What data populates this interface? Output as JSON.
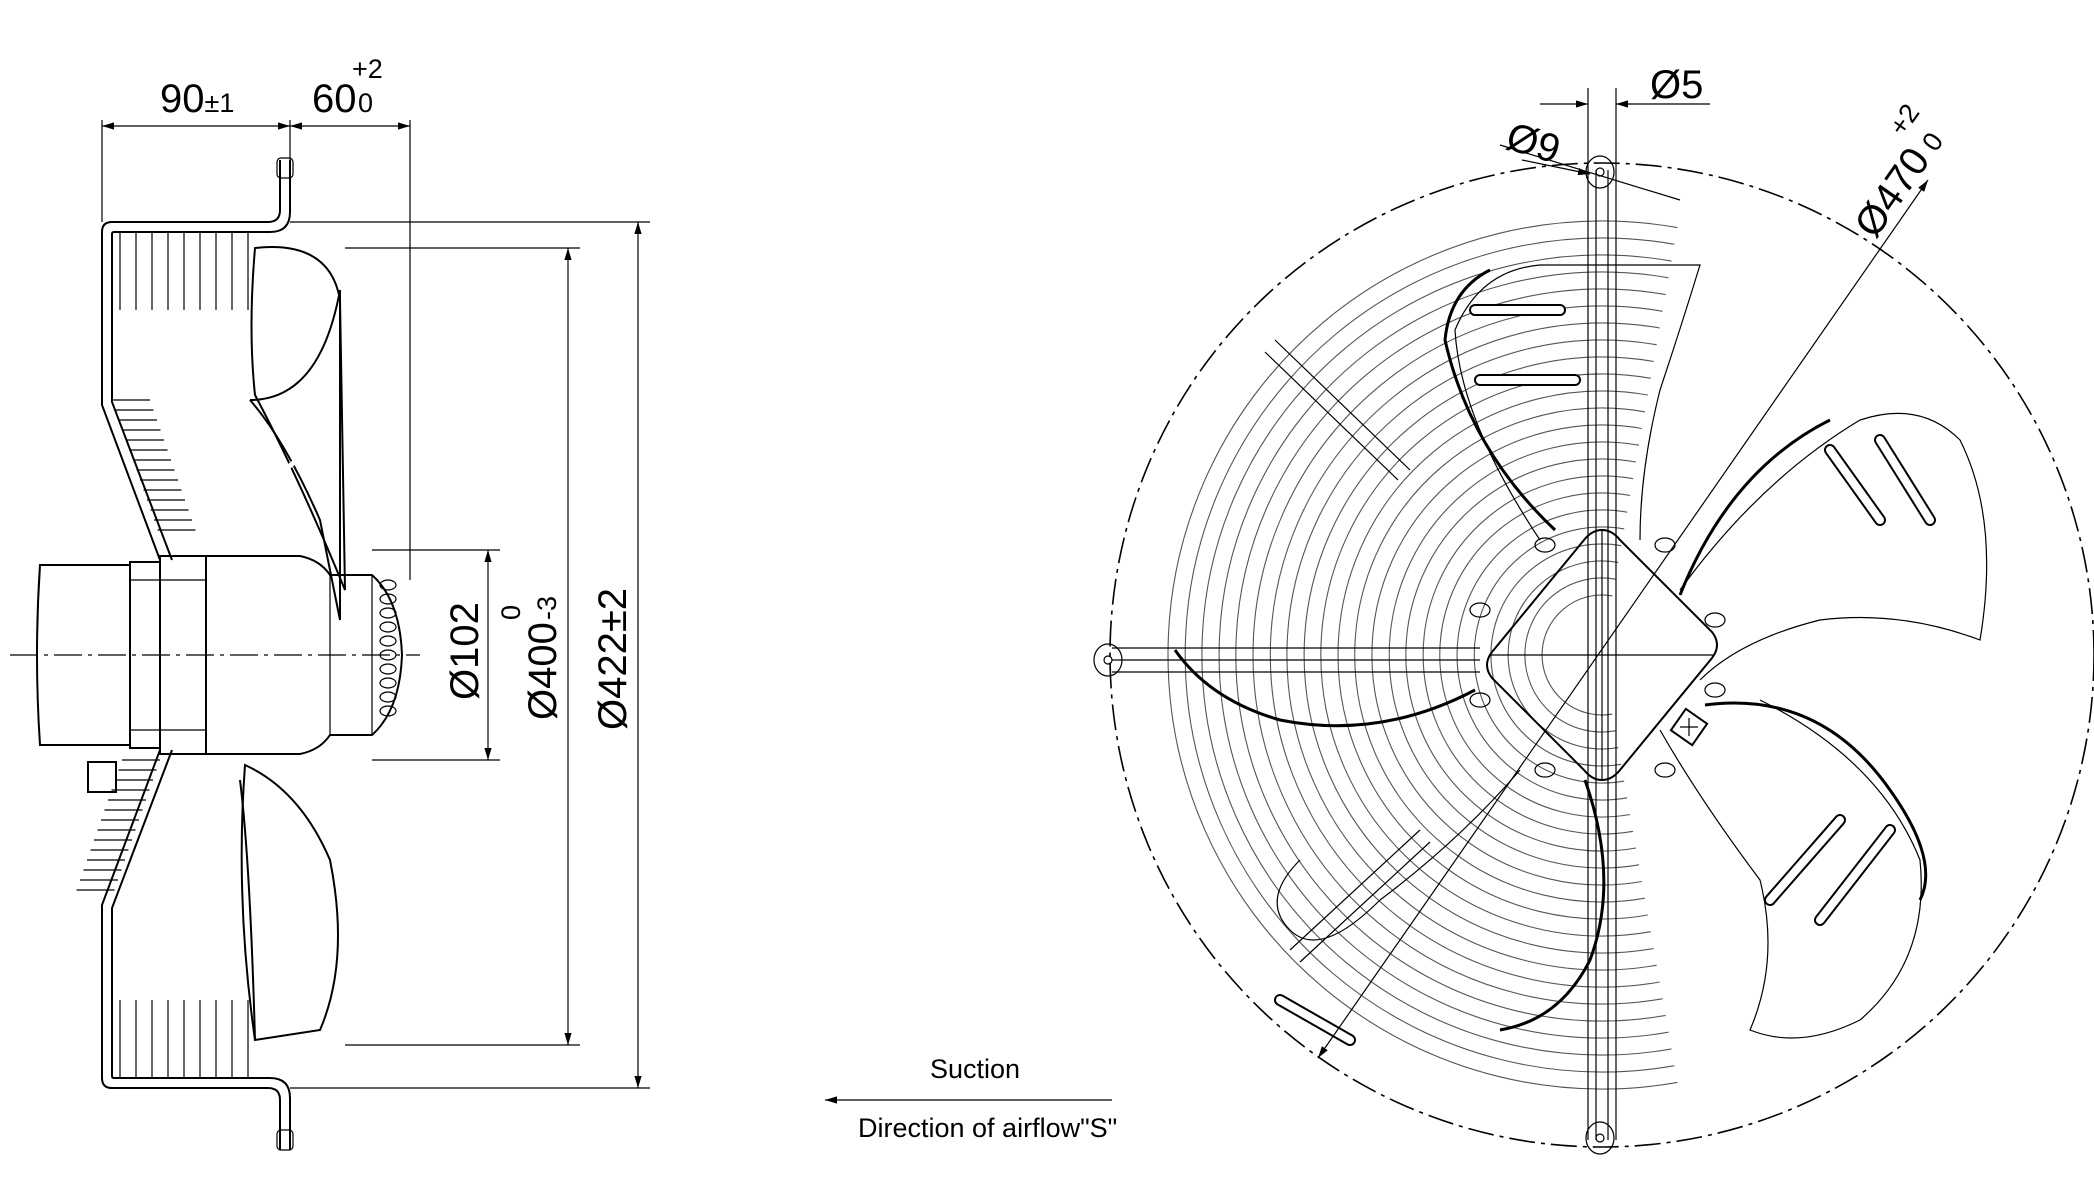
{
  "side_view": {
    "dim_hub_depth": {
      "main": "90",
      "tol": "±1"
    },
    "dim_guard_depth": {
      "main": "60",
      "tol_upper": "+2",
      "tol_lower": "0"
    },
    "dim_hub_dia": "Ø102",
    "dim_blade_dia": {
      "main": "Ø400",
      "tol_upper": "0",
      "tol_lower": "-3"
    },
    "dim_ring_dia": "Ø422±2"
  },
  "front_view": {
    "dim_hole_small": "Ø5",
    "dim_hole_large": "Ø9",
    "dim_outer_dia": {
      "main": "Ø470",
      "tol_upper": "+2",
      "tol_lower": "0"
    }
  },
  "airflow": {
    "suction_label": "Suction",
    "direction_label": "Direction of airflow\"S\""
  }
}
